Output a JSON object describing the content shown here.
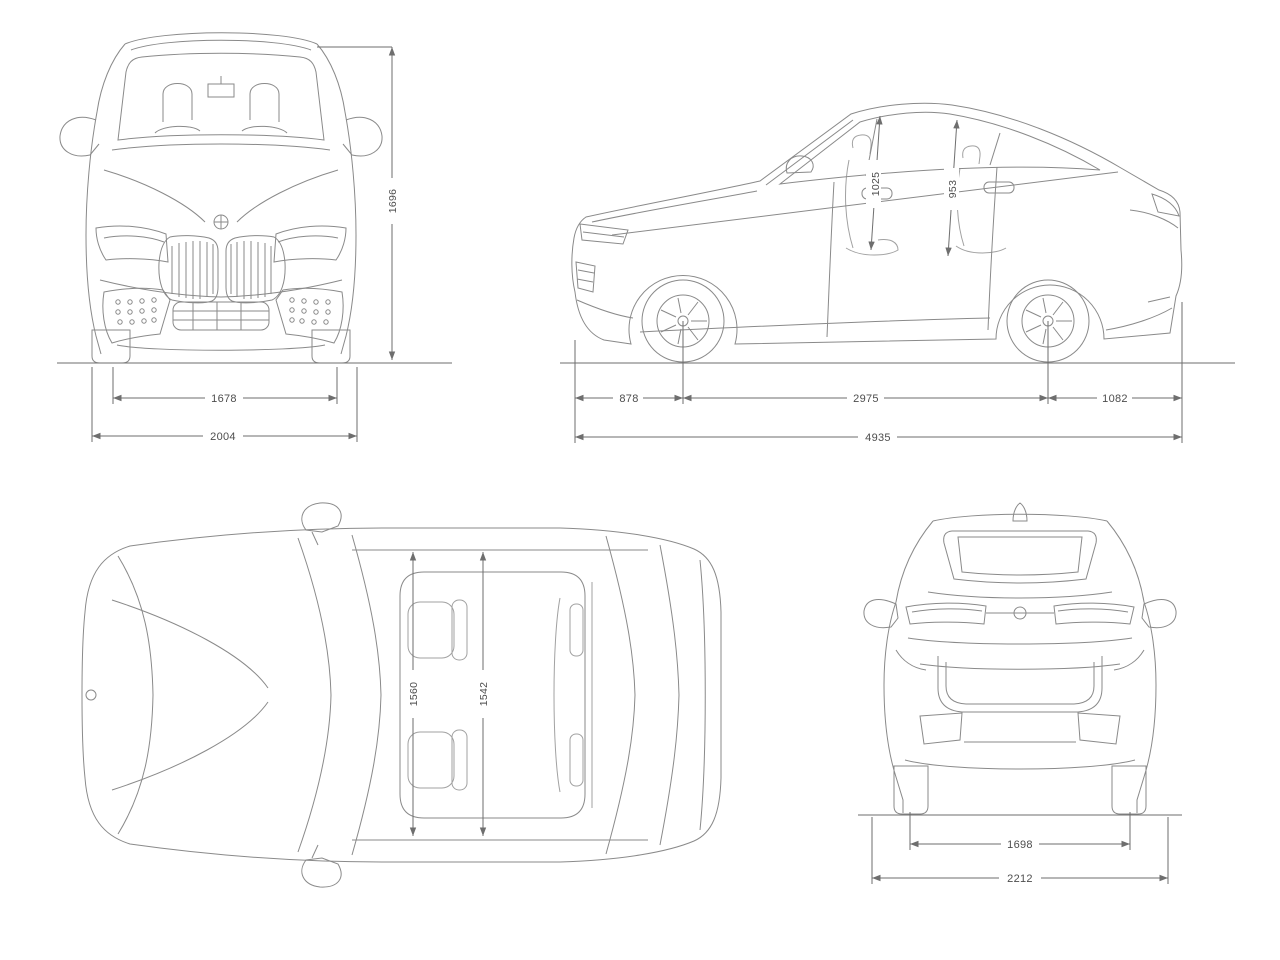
{
  "colors": {
    "background": "#ffffff",
    "line": "#8a8a8a",
    "dimension": "#6e6e6e",
    "text": "#4d4d4d"
  },
  "views": {
    "front": {
      "dims": {
        "overall_height": "1696",
        "track_width": "1678",
        "overall_width": "2004"
      }
    },
    "side": {
      "dims": {
        "front_interior_height": "1025",
        "rear_interior_height": "953",
        "front_overhang": "878",
        "wheelbase": "2975",
        "rear_overhang": "1082",
        "overall_length": "4935"
      }
    },
    "top": {
      "dims": {
        "front_shoulder_width": "1560",
        "rear_shoulder_width": "1542"
      }
    },
    "rear": {
      "dims": {
        "rear_track_width": "1698",
        "width_with_mirrors": "2212"
      }
    }
  }
}
